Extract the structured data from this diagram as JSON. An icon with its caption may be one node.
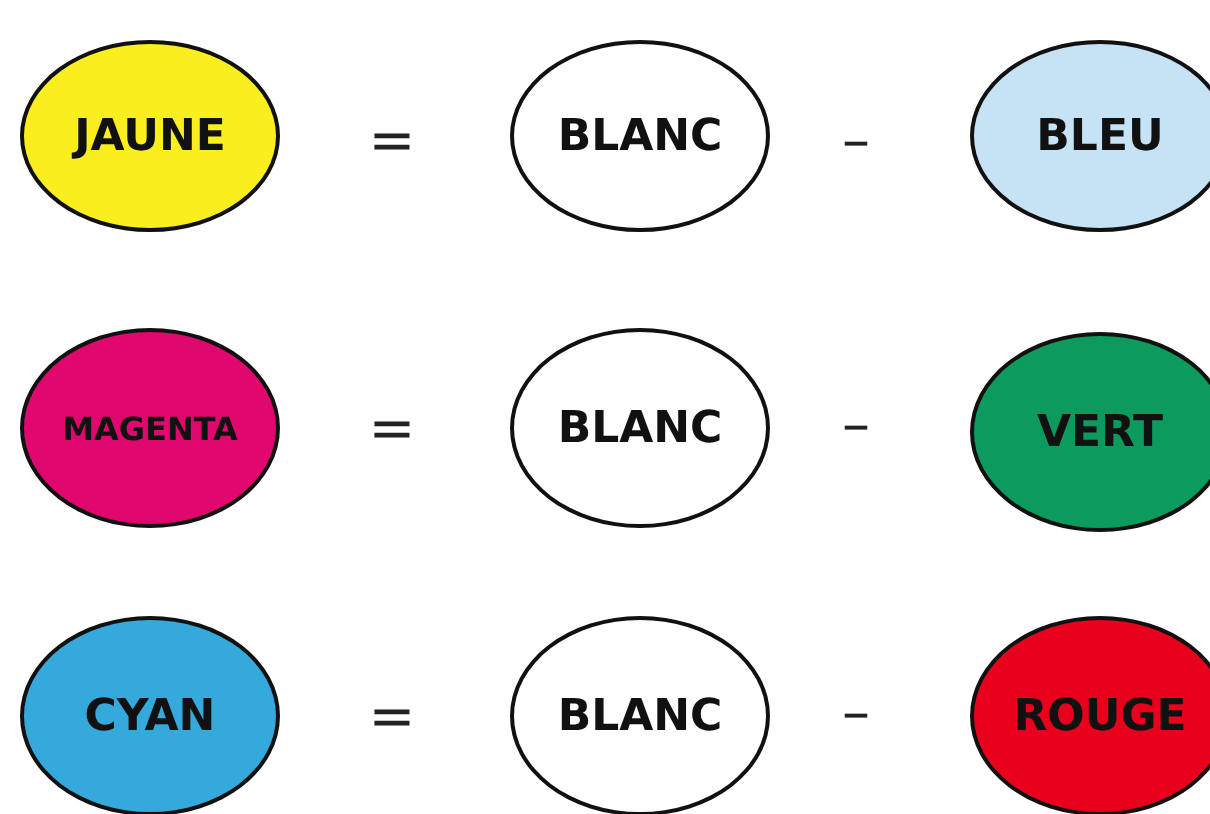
{
  "diagram": {
    "nodes": [
      {
        "text": [
          "JAUNE"
        ]
      },
      {
        "text": [
          "BLANC"
        ]
      },
      {
        "text": [
          "BLEU"
        ]
      },
      {
        "text": [
          "MAGENTA"
        ]
      },
      {
        "text": [
          "BLANC"
        ]
      },
      {
        "text": [
          "VERT"
        ]
      },
      {
        "text": [
          "CYAN"
        ]
      },
      {
        "text": [
          "BLANC"
        ]
      },
      {
        "text": [
          "ROUGE"
        ]
      }
    ],
    "labels": [
      "=",
      "–",
      "=",
      "–",
      "=",
      "–"
    ]
  }
}
